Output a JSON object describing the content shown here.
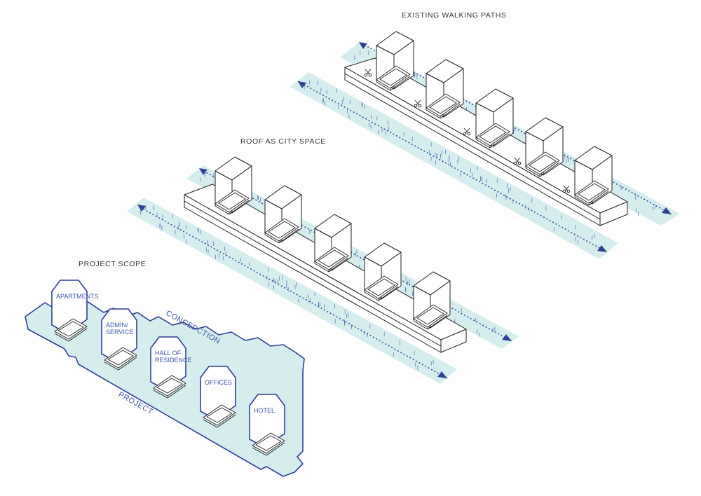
{
  "titles": {
    "existing": "EXISTING WALKING PATHS",
    "roof": "ROOF AS CITY SPACE",
    "scope": "PROJECT SCOPE"
  },
  "scope_labels": {
    "concepction": "CONCEPCTION",
    "project": "PROJECT"
  },
  "buildings": [
    {
      "lines": [
        "APARTMENTS"
      ]
    },
    {
      "lines": [
        "ADMIN/",
        "SERVICE"
      ]
    },
    {
      "lines": [
        "HALL OF",
        "RESIDENCE"
      ]
    },
    {
      "lines": [
        "OFFICES"
      ]
    },
    {
      "lines": [
        "HOTEL"
      ]
    }
  ],
  "colors": {
    "blue": "#2f3f94",
    "path_fill": "#d5eded",
    "dot_blue": "#2f4ea0",
    "line": "#1e1e1e"
  },
  "icons": {
    "cut": "scissors-icon",
    "arrow": "arrow-icon"
  }
}
